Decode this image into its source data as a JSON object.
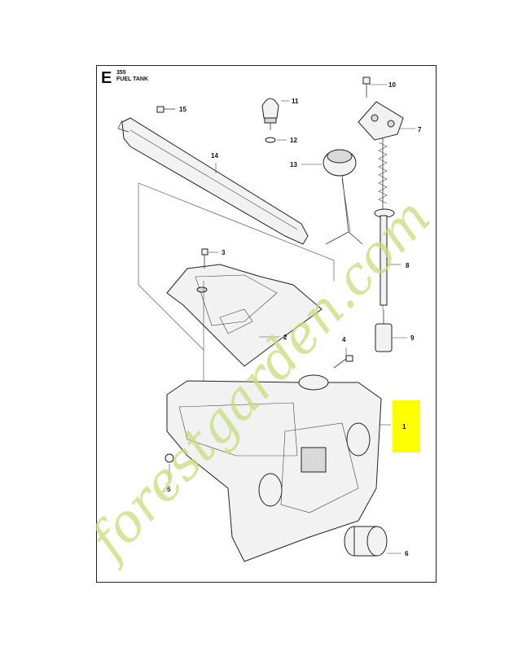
{
  "header": {
    "section_letter": "E",
    "model": "355",
    "title": "FUEL TANK"
  },
  "callouts": {
    "c1": "1",
    "c2": "2",
    "c3": "3",
    "c4": "4",
    "c5": "5",
    "c6": "6",
    "c7": "7",
    "c8": "8",
    "c9": "9",
    "c10": "10",
    "c11": "11",
    "c12": "12",
    "c13": "13",
    "c14": "14",
    "c15": "15"
  },
  "highlight": {
    "part_number": "1",
    "color": "#ffff00"
  },
  "watermark": {
    "text": "forestgarden.com",
    "color": "#c8dc7a"
  }
}
